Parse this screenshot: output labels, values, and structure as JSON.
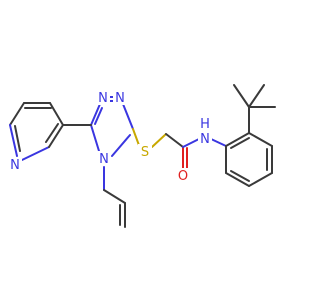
{
  "colors": {
    "carbon_bond": "#3a3a3a",
    "nitrogen": "#3a36e0",
    "sulfur": "#c8a800",
    "oxygen": "#e02020",
    "background": "#ffffff"
  },
  "atom_labels": {
    "triazole_n1": "N",
    "triazole_n2": "N",
    "triazole_n4": "N",
    "pyridine_n": "N",
    "thioether_s": "S",
    "carbonyl_o": "O",
    "amide_n": "N",
    "amide_h": "H"
  }
}
